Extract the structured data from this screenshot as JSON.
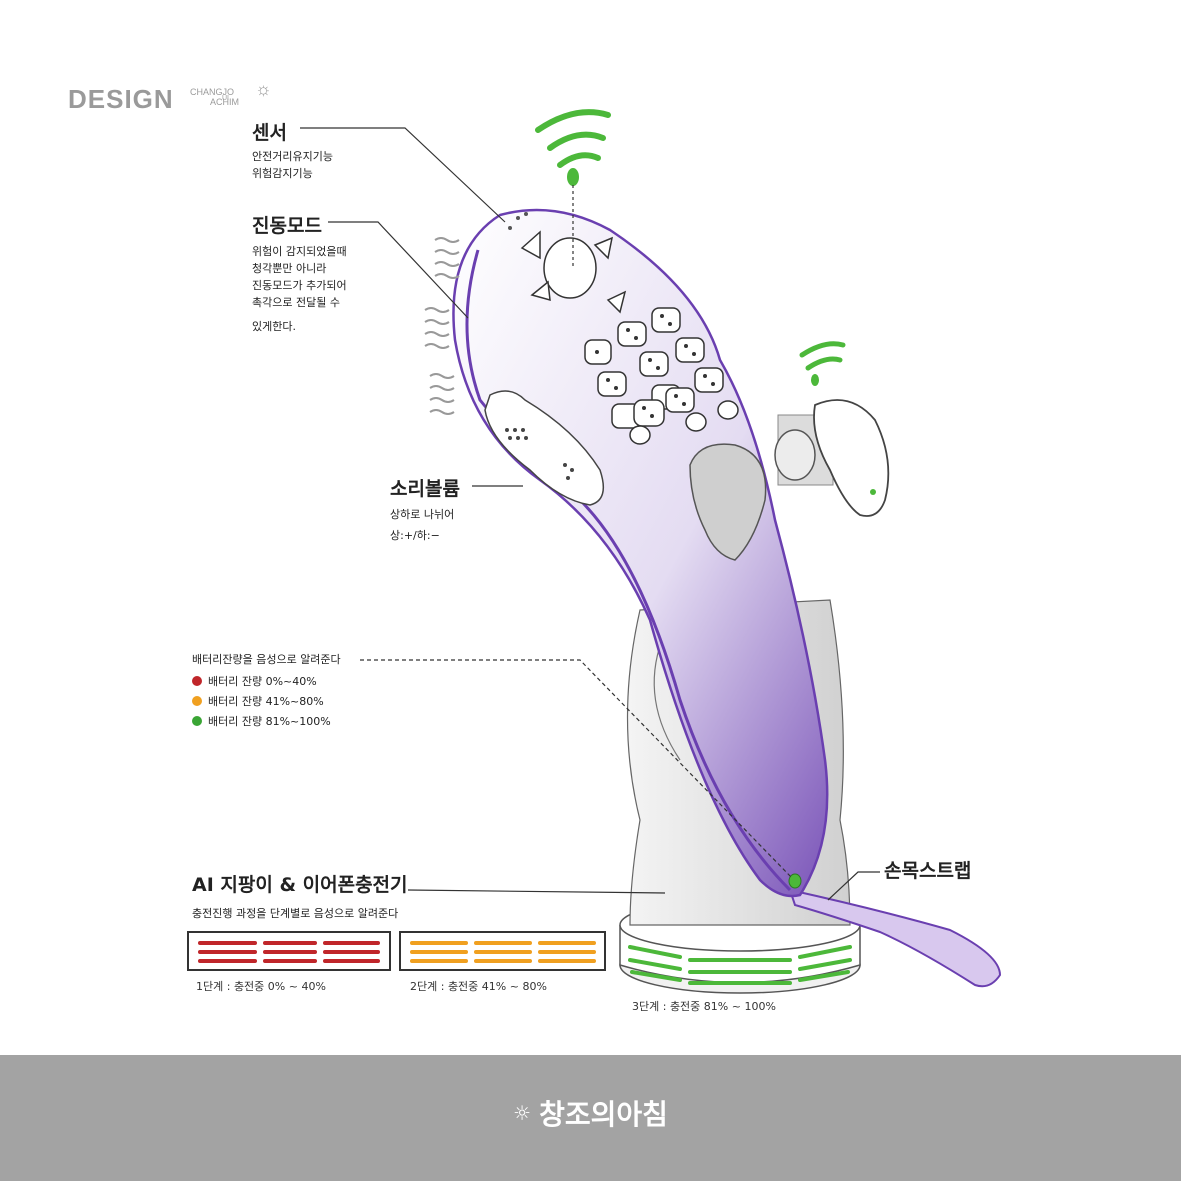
{
  "brand": {
    "word": "DESIGN",
    "sub_top": "CHANGJO",
    "sub_mid": "UI",
    "sub_bottom": "ACHIM"
  },
  "annotations": {
    "sensor": {
      "title": "센서",
      "lines": [
        "안전거리유지기능",
        "위험감지기능"
      ]
    },
    "vibration": {
      "title": "진동모드",
      "lines": [
        "위험이 감지되었을때",
        "청각뿐만 아니라",
        "진동모드가 추가되어",
        "촉각으로 전달될 수",
        "있게한다."
      ]
    },
    "volume": {
      "title": "소리볼륨",
      "lines": [
        "상하로 나뉘어",
        "상:+/하:−"
      ]
    },
    "battery": {
      "title": "배터리잔량을 음성으로 알려준다",
      "items": [
        {
          "label": "배터리 잔량 0%~40%",
          "color": "#c0262a"
        },
        {
          "label": "배터리 잔량 41%~80%",
          "color": "#f0a020"
        },
        {
          "label": "배터리 잔량 81%~100%",
          "color": "#3aa535"
        }
      ]
    },
    "strap": {
      "title": "손목스트랩"
    },
    "charger": {
      "title": "AI 지팡이 & 이어폰충전기",
      "subtitle": "충전진행 과정을 단계별로 음성으로 알려준다"
    }
  },
  "stages": [
    {
      "label": "1단계 : 충전중 0% ~ 40%",
      "color": "#c0262a"
    },
    {
      "label": "2단계 : 충전중 41% ~ 80%",
      "color": "#f0a020"
    },
    {
      "label": "3단계 : 충전중 81% ~ 100%",
      "color": "#3aa535"
    }
  ],
  "colors": {
    "body_accent": "#6a3fb0",
    "signal_green": "#4cb83a",
    "footer_bg": "#a3a3a3"
  },
  "footer": {
    "text": "창조의아침"
  }
}
